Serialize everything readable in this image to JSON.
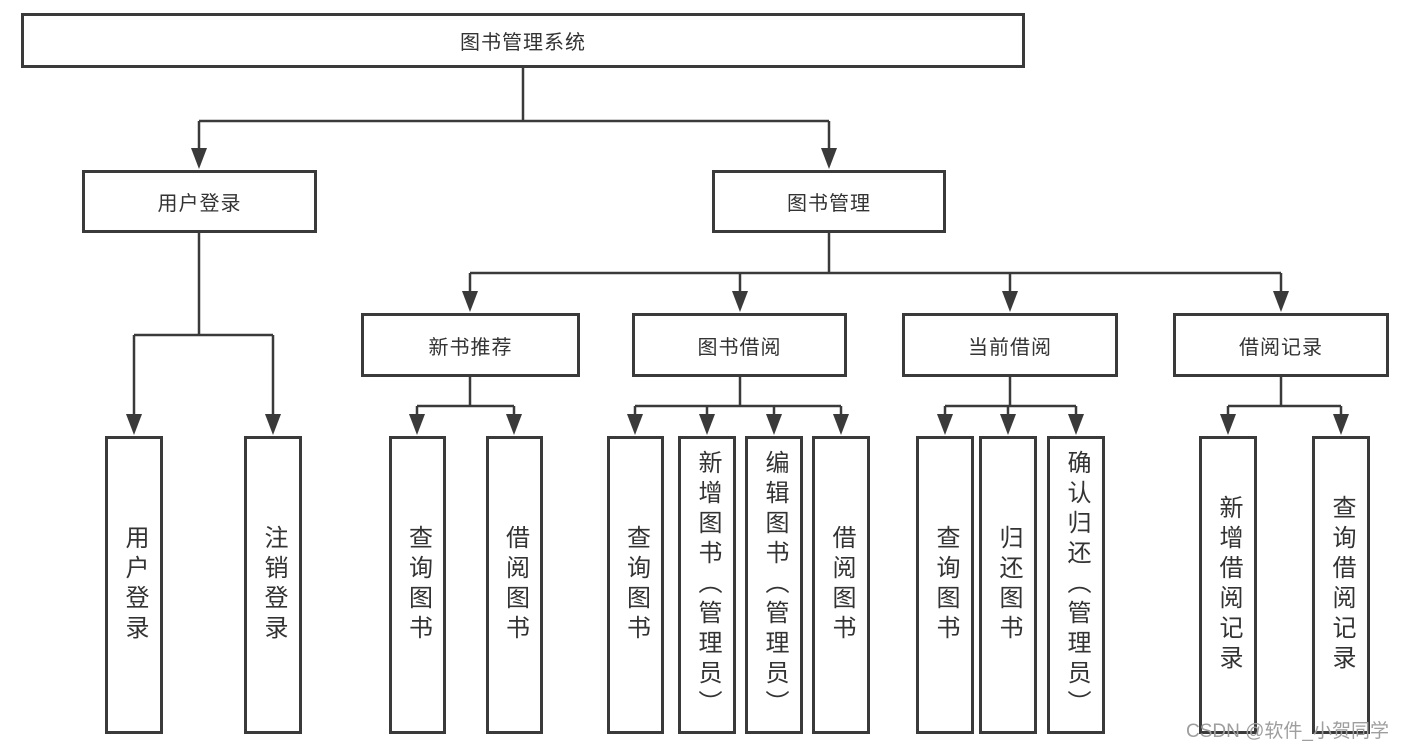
{
  "diagram_title": "图书管理系统",
  "tree": {
    "label": "图书管理系统",
    "children": [
      {
        "label": "用户登录",
        "children": [
          {
            "label": "用户登录"
          },
          {
            "label": "注销登录"
          }
        ]
      },
      {
        "label": "图书管理",
        "children": [
          {
            "label": "新书推荐",
            "children": [
              {
                "label": "查询图书"
              },
              {
                "label": "借阅图书"
              }
            ]
          },
          {
            "label": "图书借阅",
            "children": [
              {
                "label": "查询图书"
              },
              {
                "label": "新增图书（管理员）"
              },
              {
                "label": "编辑图书（管理员）"
              },
              {
                "label": "借阅图书"
              }
            ]
          },
          {
            "label": "当前借阅",
            "children": [
              {
                "label": "查询图书"
              },
              {
                "label": "归还图书"
              },
              {
                "label": "确认归还（管理员）"
              }
            ]
          },
          {
            "label": "借阅记录",
            "children": [
              {
                "label": "新增借阅记录"
              },
              {
                "label": "查询借阅记录"
              }
            ]
          }
        ]
      }
    ]
  },
  "watermark": {
    "text": "CSDN @软件_小贺同学"
  },
  "colors": {
    "line": "#3a3a3a",
    "text": "#333333",
    "watermark": "#9e9e9e",
    "background": "#ffffff"
  }
}
